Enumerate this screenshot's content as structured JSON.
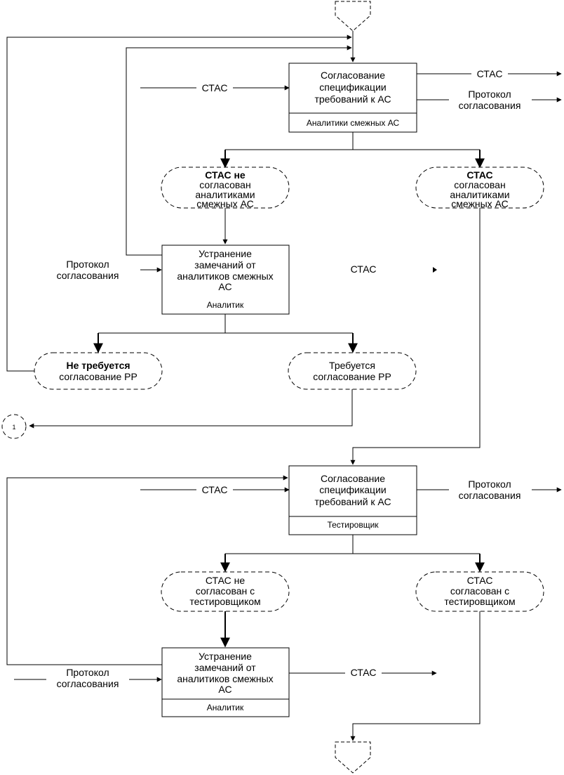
{
  "block1": {
    "input_stas": "СТАС",
    "process": [
      "Согласование",
      "спецификации",
      "требований к АС"
    ],
    "role": "Аналитики смежных АС",
    "out_stas": "СТАС",
    "out_protocol": [
      "Протокол",
      "согласования"
    ]
  },
  "state_a_not_agreed": [
    "СТАС не",
    "согласован",
    "аналитиками",
    "смежных АС"
  ],
  "state_a_agreed": [
    "СТАС",
    "согласован",
    "аналитиками",
    "смежных АС"
  ],
  "fix1": {
    "input_protocol": [
      "Протокол",
      "согласования"
    ],
    "process": [
      "Устранение",
      "замечаний от",
      "аналитиков смежных",
      "АС"
    ],
    "role": "Аналитик",
    "out_stas": "СТАС"
  },
  "rr_not_required": [
    "Не требуется",
    "согласование РР"
  ],
  "rr_required": [
    "Требуется",
    "согласование РР"
  ],
  "connector_label": "1",
  "block2": {
    "input_stas": "СТАС",
    "process": [
      "Согласование",
      "спецификации",
      "требований к АС"
    ],
    "role": "Тестировщик",
    "out_protocol": [
      "Протокол",
      "согласования"
    ]
  },
  "state_b_not_agreed": [
    "СТАС не",
    "согласован с",
    "тестировщиком"
  ],
  "state_b_agreed": [
    "СТАС",
    "согласован с",
    "тестировщиком"
  ],
  "fix2": {
    "input_protocol": [
      "Протокол",
      "согласования"
    ],
    "process": [
      "Устранение",
      "замечаний от",
      "аналитиков смежных",
      "АС"
    ],
    "role": "Аналитик",
    "out_stas": "СТАС"
  }
}
